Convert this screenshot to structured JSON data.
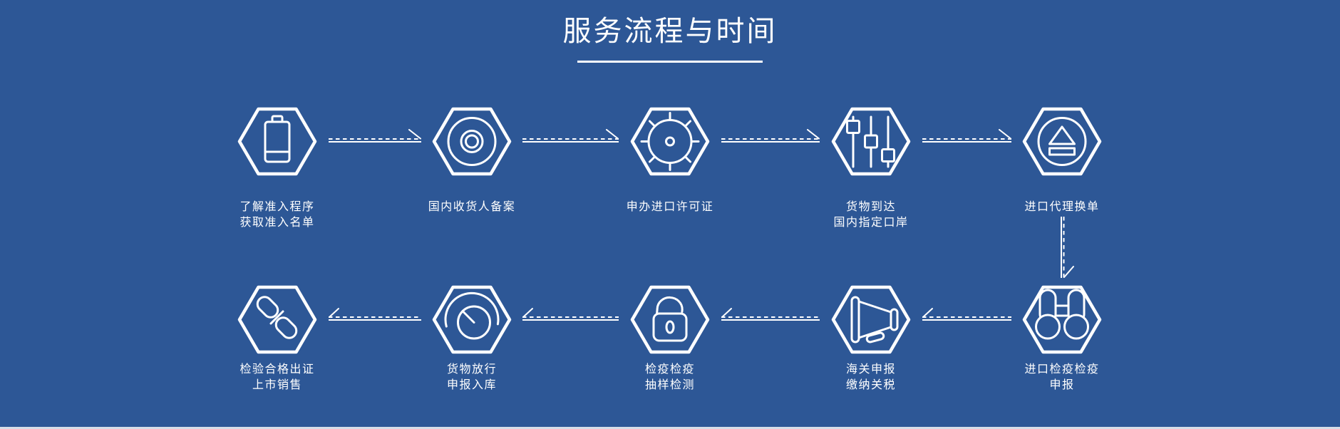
{
  "page": {
    "title": "服务流程与时间",
    "colors": {
      "bg": "#2d5796",
      "fg": "#ffffff"
    }
  },
  "steps": [
    {
      "icon": "battery-icon",
      "lines": [
        "了解准入程序",
        "获取准入名单"
      ]
    },
    {
      "icon": "record-icon",
      "lines": [
        "国内收货人备案"
      ]
    },
    {
      "icon": "compass-icon",
      "lines": [
        "申办进口许可证"
      ]
    },
    {
      "icon": "sliders-icon",
      "lines": [
        "货物到达",
        "国内指定口岸"
      ]
    },
    {
      "icon": "eject-icon",
      "lines": [
        "进口代理换单"
      ]
    },
    {
      "icon": "binoculars-icon",
      "lines": [
        "进口检疫检疫",
        "申报"
      ]
    },
    {
      "icon": "megaphone-icon",
      "lines": [
        "海关申报",
        "缴纳关税"
      ]
    },
    {
      "icon": "lock-icon",
      "lines": [
        "检疫检疫",
        "抽样检测"
      ]
    },
    {
      "icon": "gauge-icon",
      "lines": [
        "货物放行",
        "申报入库"
      ]
    },
    {
      "icon": "chain-icon",
      "lines": [
        "检验合格出证",
        "上市销售"
      ]
    }
  ]
}
